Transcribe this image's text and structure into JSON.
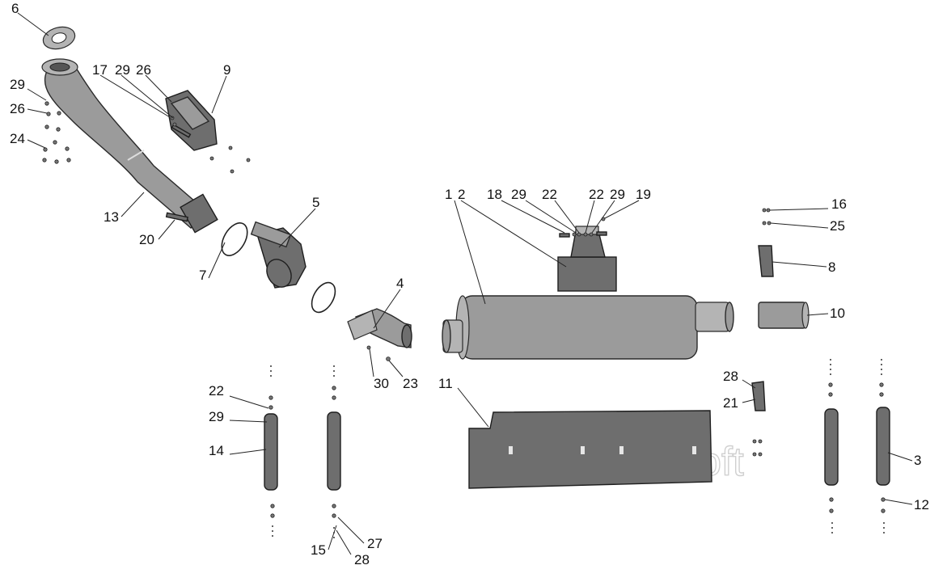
{
  "labels": {
    "n1": "1",
    "n2": "2",
    "n3": "3",
    "n4": "4",
    "n5": "5",
    "n6": "6",
    "n7": "7",
    "n8": "8",
    "n9": "9",
    "n10": "10",
    "n11": "11",
    "n12": "12",
    "n13": "13",
    "n14": "14",
    "n15": "15",
    "n16": "16",
    "n17": "17",
    "n18": "18",
    "n19": "19",
    "n20": "20",
    "n21": "21",
    "n22a": "22",
    "n22b": "22",
    "n22c": "22",
    "n23": "23",
    "n24": "24",
    "n25": "25",
    "n26a": "26",
    "n26b": "26",
    "n27": "27",
    "n28a": "28",
    "n28b": "28",
    "n29a": "29",
    "n29b": "29",
    "n29c": "29",
    "n29d": "29",
    "n29e": "29",
    "n30": "30"
  },
  "watermark": "AutoSoft",
  "colors": {
    "part_fill": "#9b9b9b",
    "outline": "#2a2a2a",
    "background": "#ffffff"
  }
}
